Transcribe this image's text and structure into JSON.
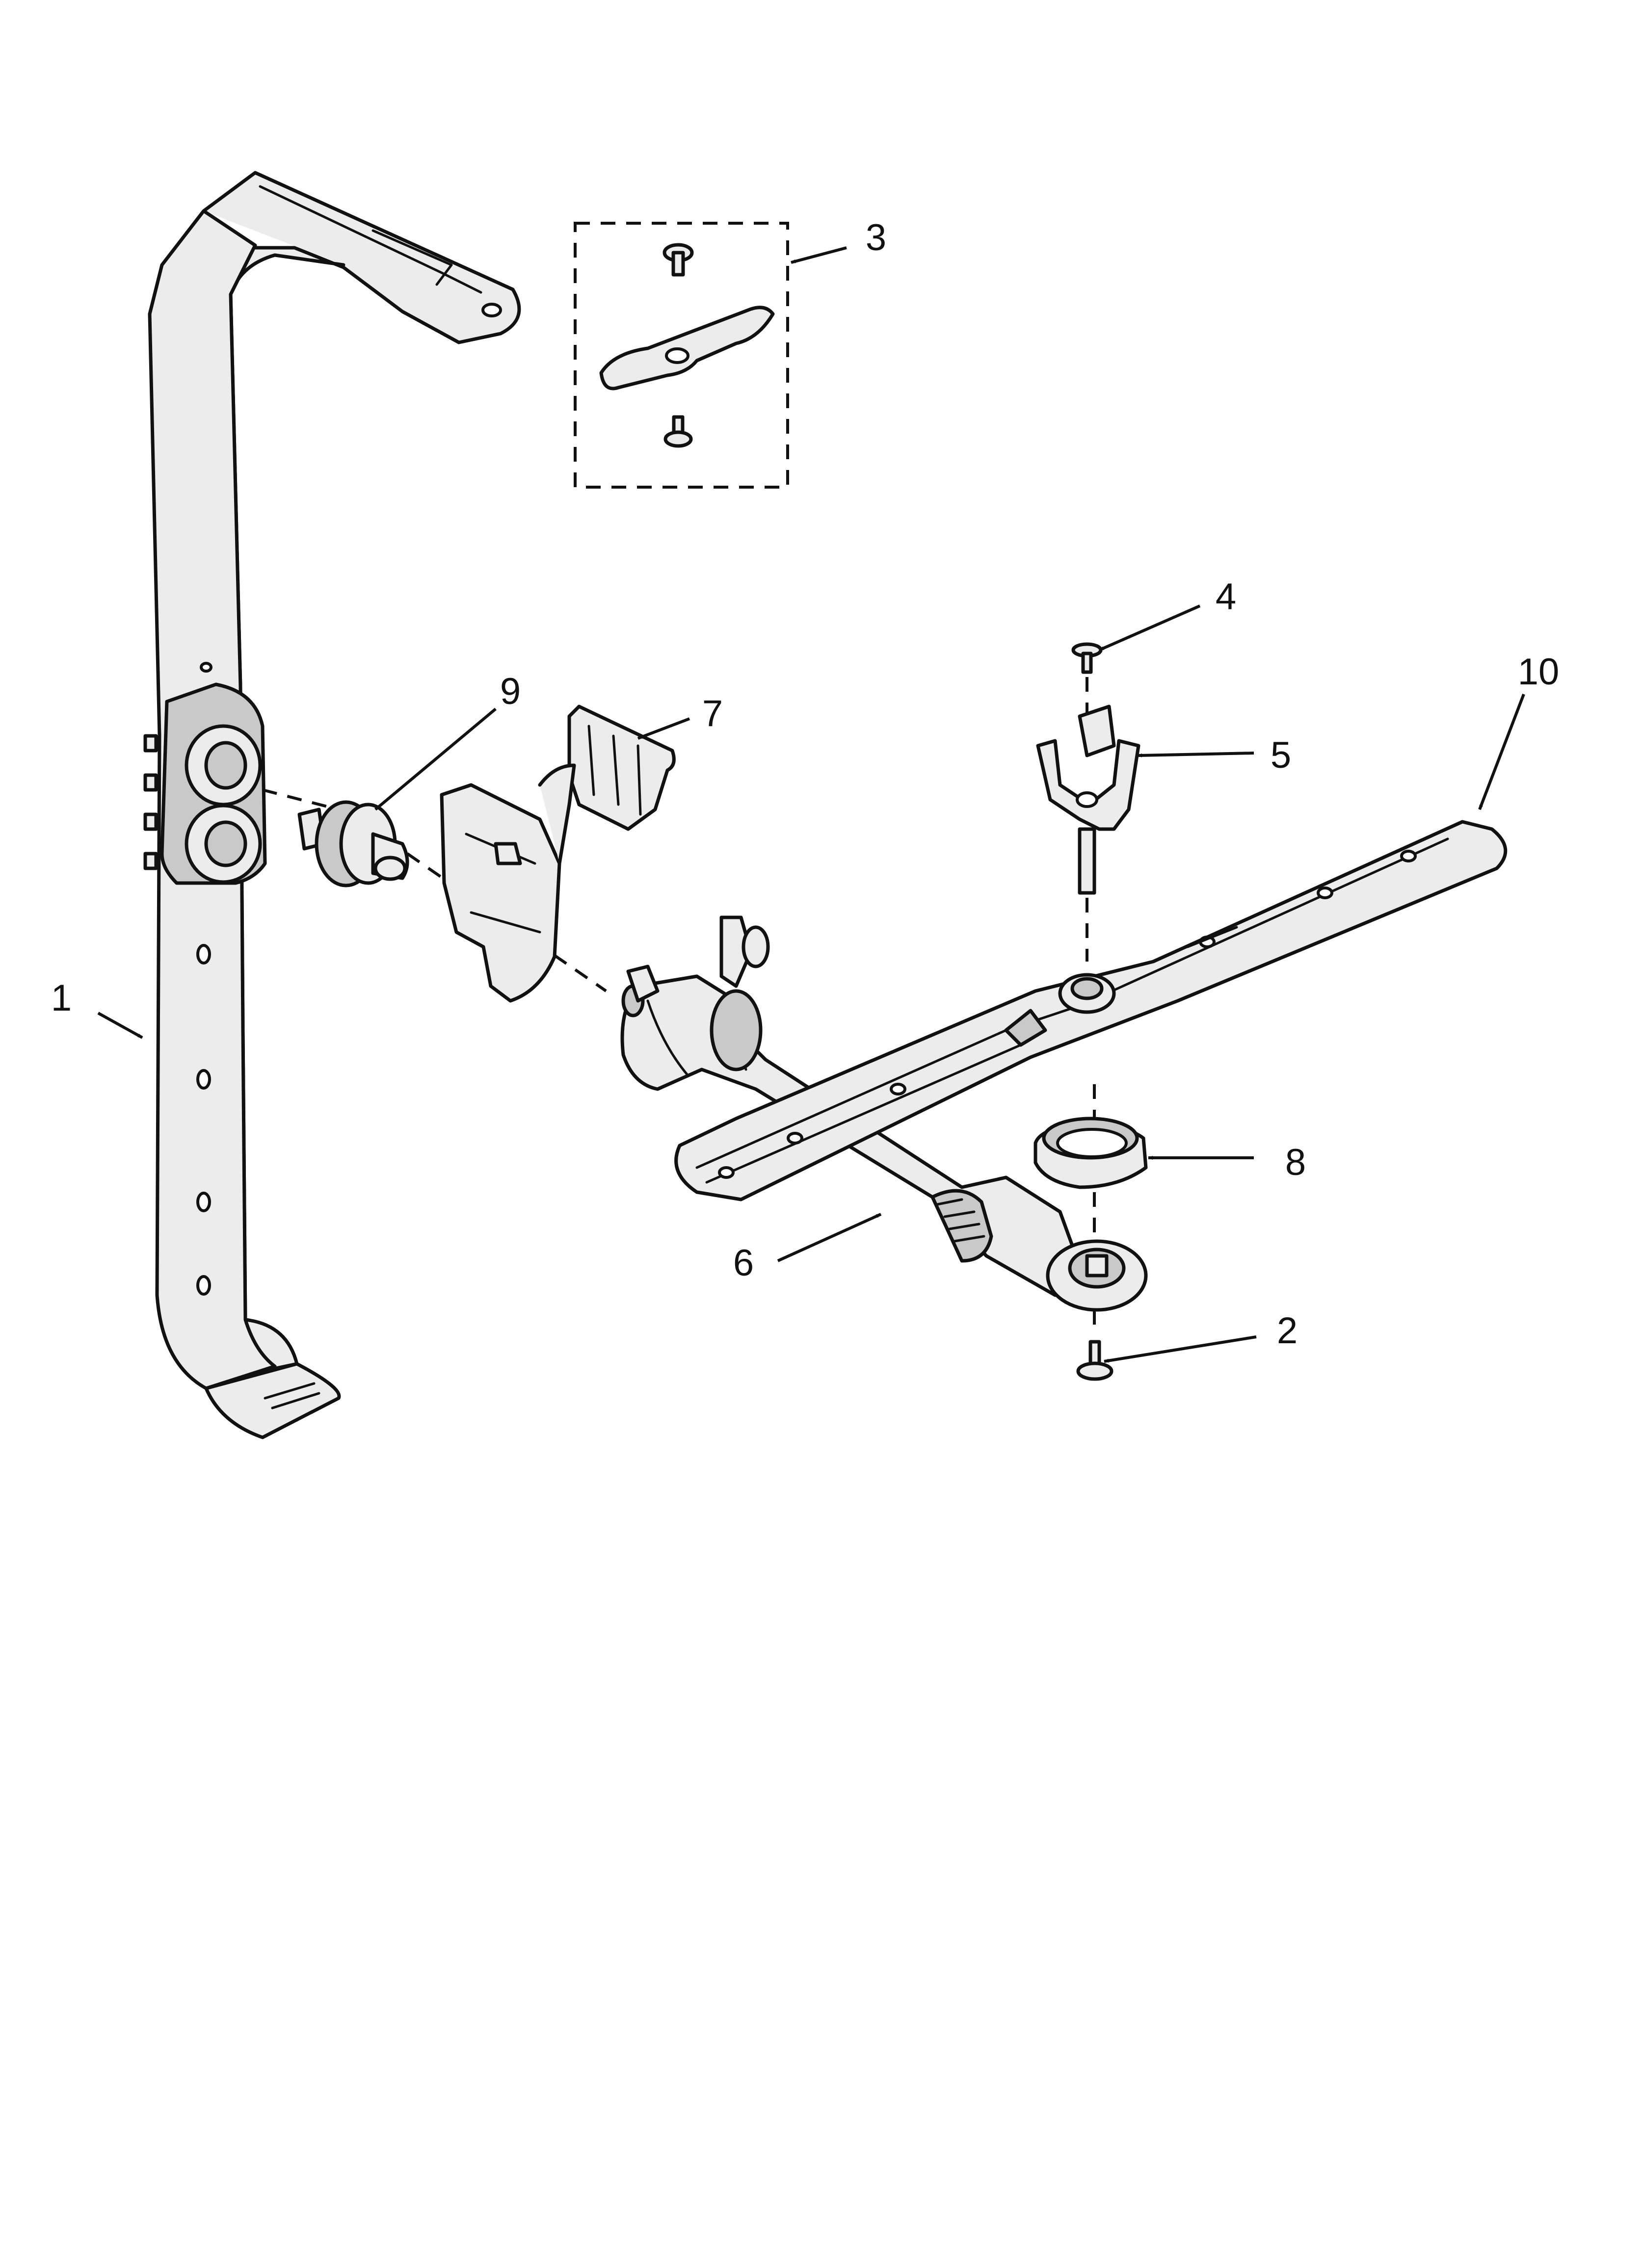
{
  "callouts": [
    "1",
    "2",
    "3",
    "4",
    "5",
    "6",
    "7",
    "8",
    "9",
    "10"
  ],
  "colors": {
    "line": "#111111",
    "part_fill": "#ececec",
    "shade": "#c9c9c9",
    "background": "#ffffff"
  }
}
